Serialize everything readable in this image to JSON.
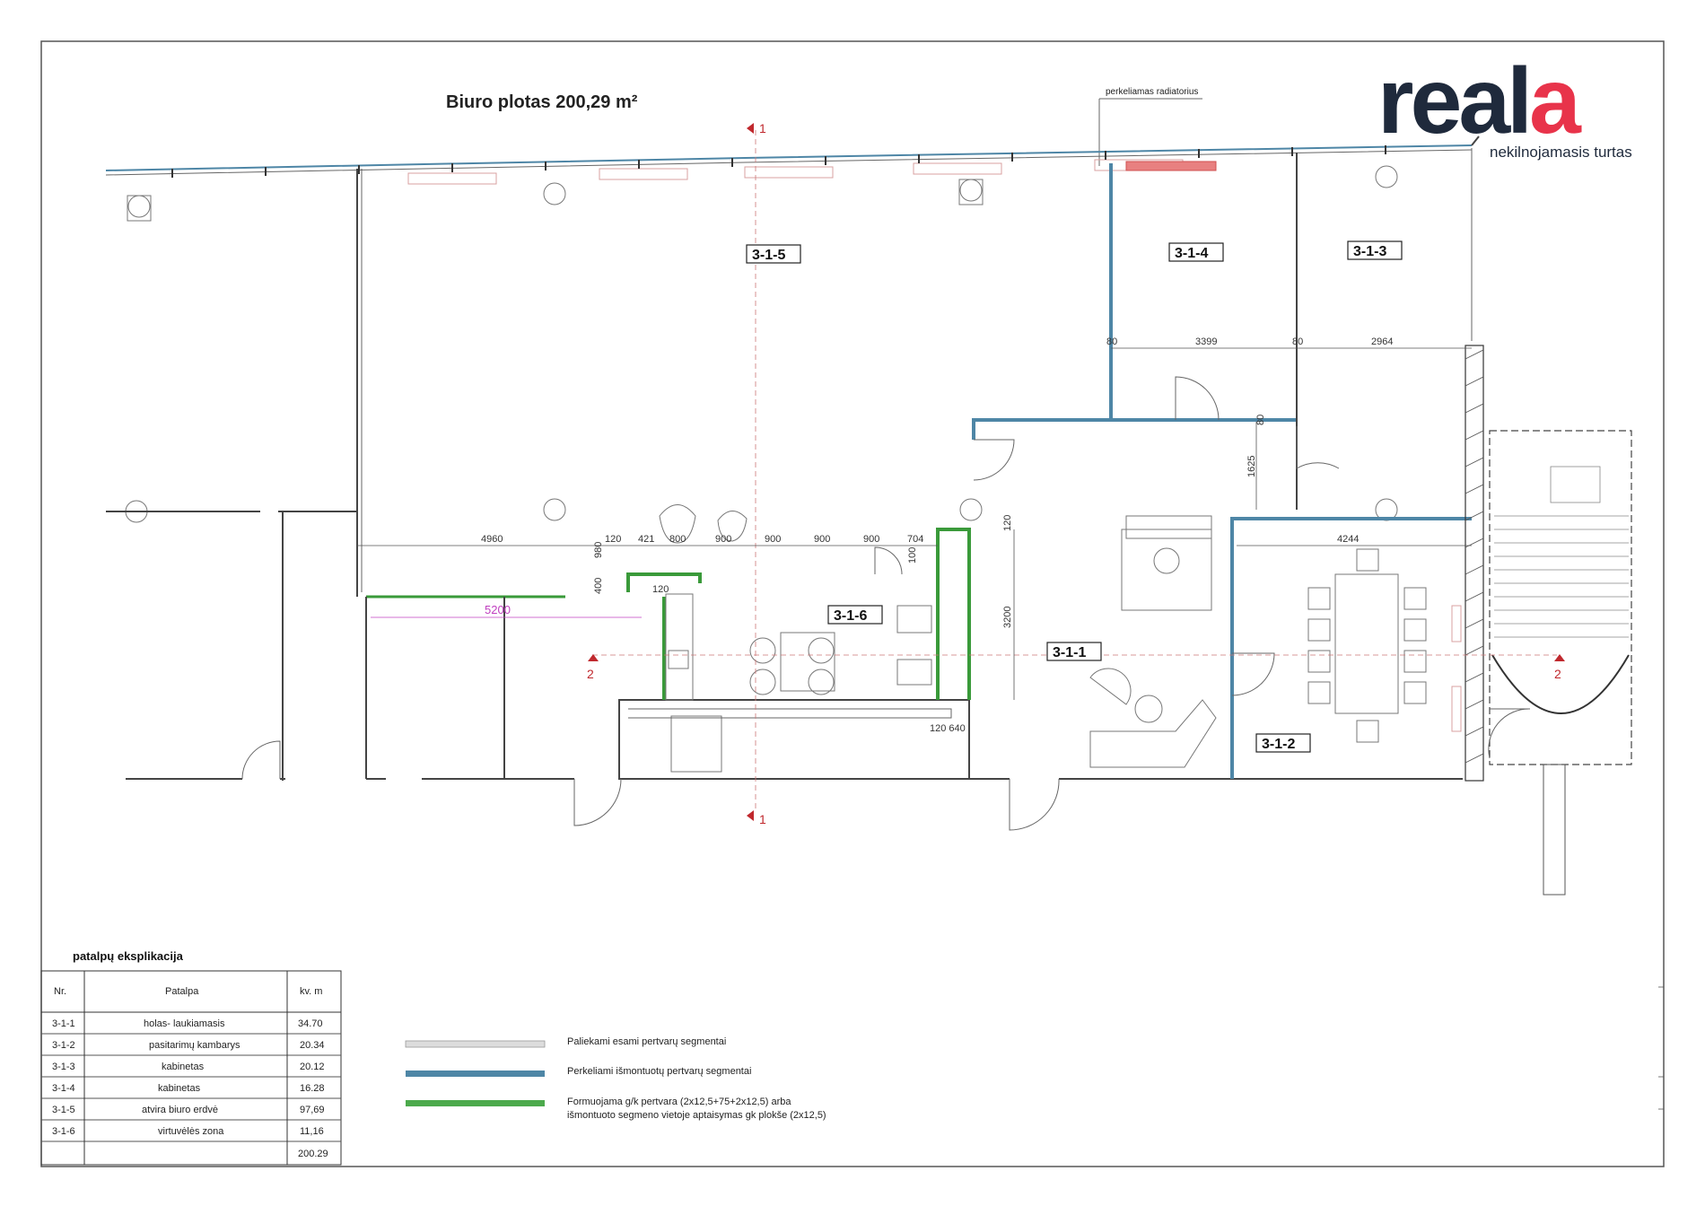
{
  "title": "Biuro plotas 200,29 m²",
  "logo": {
    "brand": "reala",
    "tagline": "nekilnojamasis turtas",
    "color_dark": "#1f2a3c",
    "color_accent": "#e8334a"
  },
  "annotations": {
    "radiator": "perkeliamas radiatorius",
    "section_1_top": "1",
    "section_1_bottom": "1",
    "section_2_left": "2",
    "section_2_right": "2",
    "dim_5200": "5200"
  },
  "rooms": [
    {
      "id": "3-1-5"
    },
    {
      "id": "3-1-4"
    },
    {
      "id": "3-1-3"
    },
    {
      "id": "3-1-6"
    },
    {
      "id": "3-1-1"
    },
    {
      "id": "3-1-2"
    }
  ],
  "dimensions": {
    "d80a": "80",
    "d3399": "3399",
    "d80b": "80",
    "d2964": "2964",
    "d80c": "80",
    "d1625": "1625",
    "d4244": "4244",
    "d4960": "4960",
    "d120a": "120",
    "d421": "421",
    "d800": "800",
    "d900a": "900",
    "d900b": "900",
    "d900c": "900",
    "d900d": "900",
    "d704": "704",
    "d980": "980",
    "d400": "400",
    "d120b": "120",
    "d100": "100",
    "d120c": "120",
    "d3200": "3200",
    "d120_640": "120  640"
  },
  "explication": {
    "title": "patalpų eksplikacija",
    "headers": [
      "Nr.",
      "Patalpa",
      "kv. m"
    ],
    "rows": [
      [
        "3-1-1",
        "holas- laukiamasis",
        "34.70"
      ],
      [
        "3-1-2",
        "pasitarimų kambarys",
        "20.34"
      ],
      [
        "3-1-3",
        "kabinetas",
        "20.12"
      ],
      [
        "3-1-4",
        "kabinetas",
        "16.28"
      ],
      [
        "3-1-5",
        "atvira biuro erdvė",
        "97,69"
      ],
      [
        "3-1-6",
        "virtuvėlės zona",
        "11,16"
      ],
      [
        "",
        "",
        "200.29"
      ]
    ]
  },
  "legend": [
    {
      "color": "#c8c8c8",
      "text": "Paliekami esami pertvarų segmentai"
    },
    {
      "color": "#4e86a6",
      "text": "Perkeliami išmontuotų pertvarų segmentai"
    },
    {
      "color": "#4caa4c",
      "text": "Formuojama g/k pertvara (2x12,5+75+2x12,5) arba",
      "text2": "išmontuoto segmeno vietoje aptaisymas gk plokše (2x12,5)"
    }
  ]
}
